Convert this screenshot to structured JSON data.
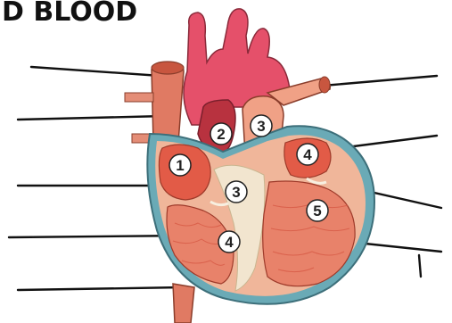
{
  "title": "D BLOOD",
  "diagram": {
    "labels": [
      "1",
      "2",
      "3",
      "3",
      "4",
      "4",
      "5"
    ],
    "colors": {
      "aorta": "#e5506a",
      "vena_cava": "#e07a63",
      "heart_outline": "#6aaab6",
      "muscle": "#f0b69a",
      "chamber": "#e25b47",
      "ventricle": "#e8826a",
      "septum": "#f2e5cf",
      "leader_line": "#111111"
    }
  }
}
